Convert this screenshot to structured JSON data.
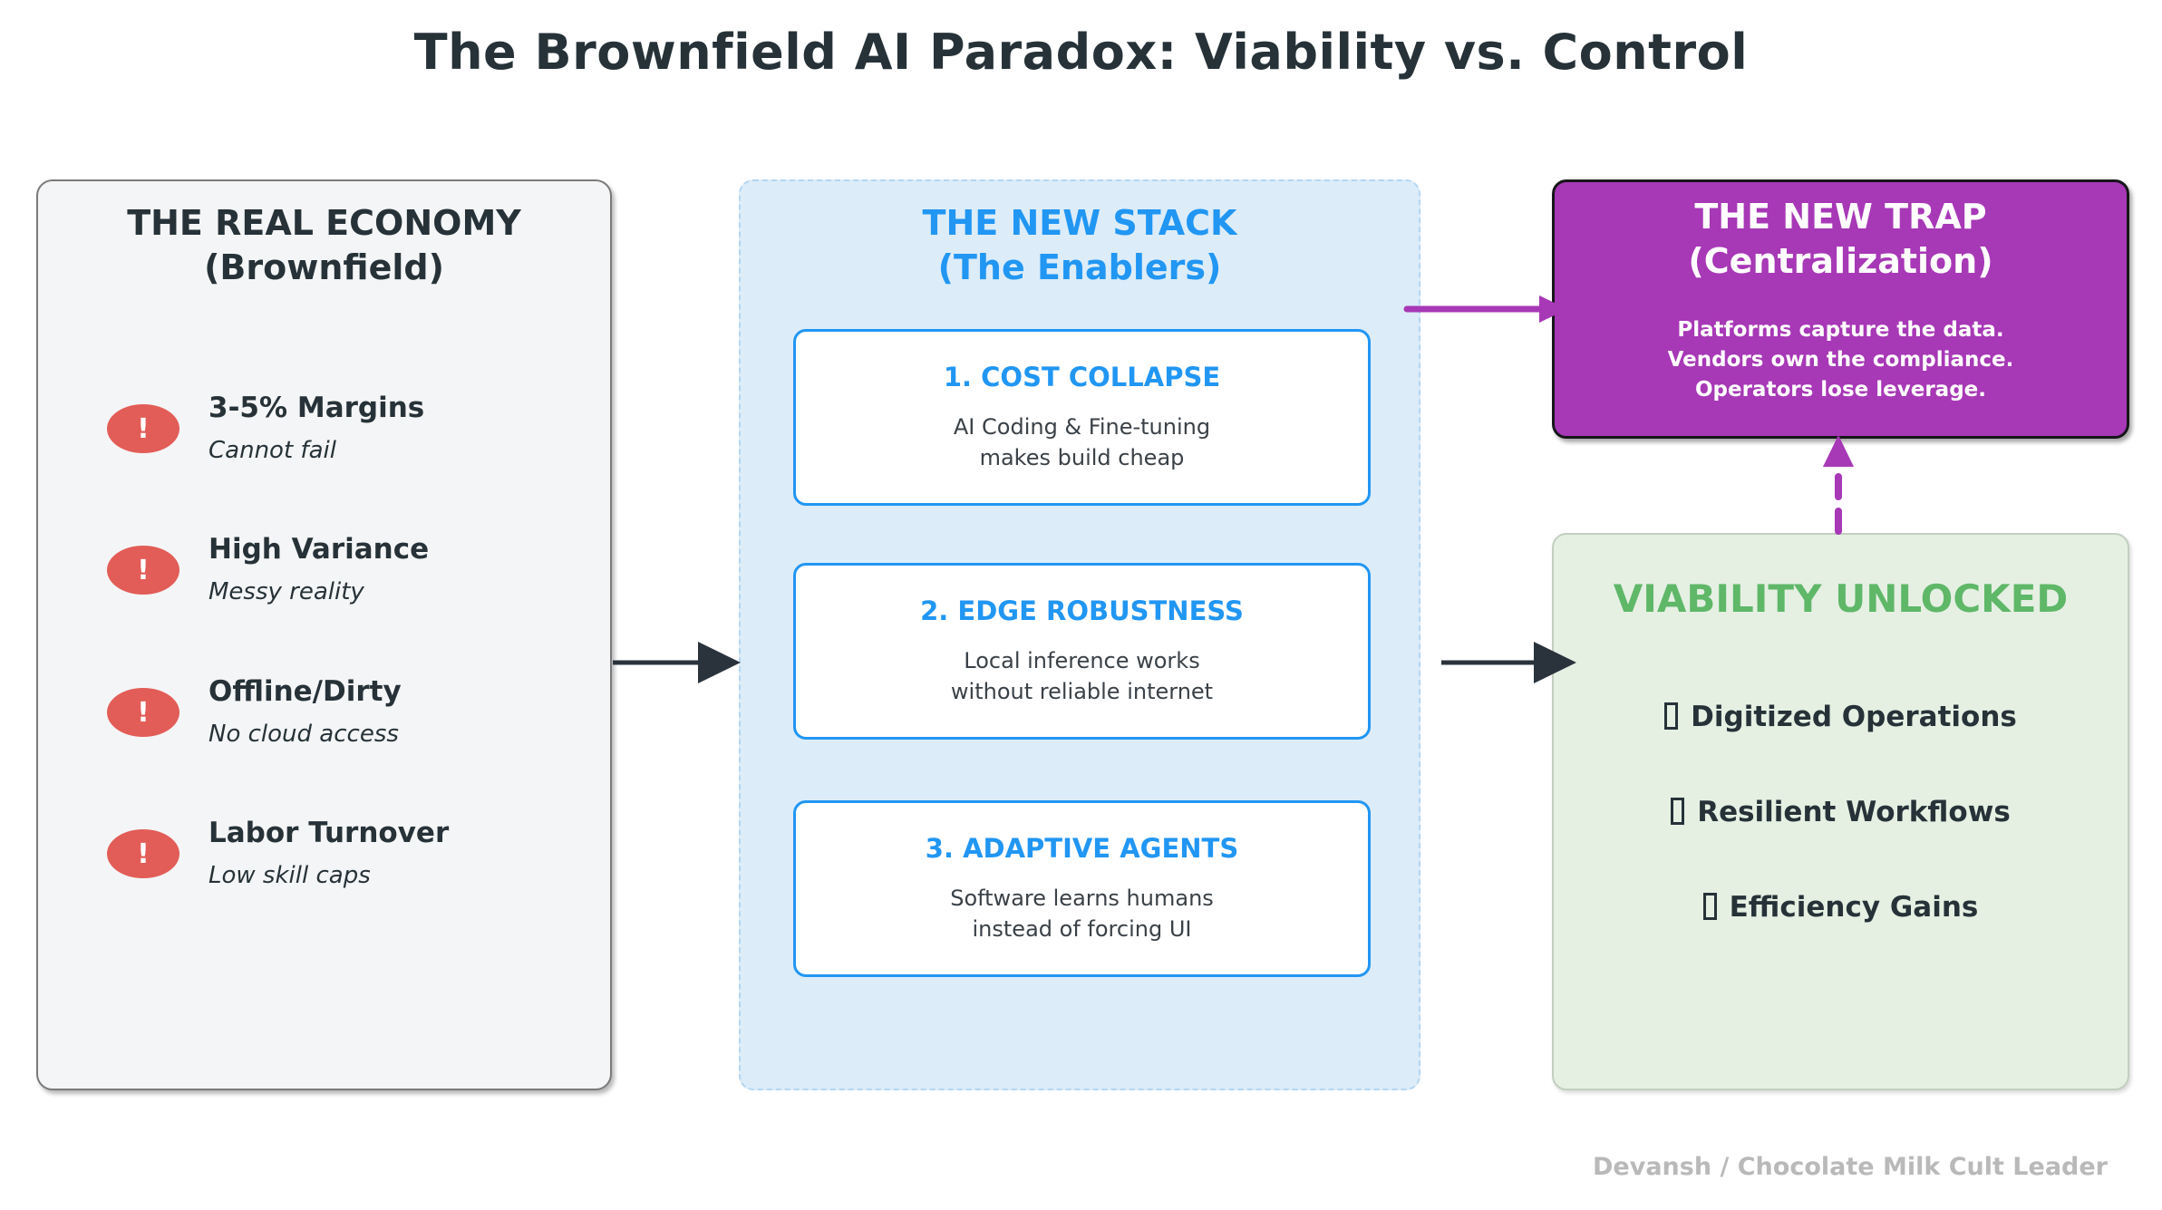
{
  "title": "The Brownfield AI Paradox: Viability vs. Control",
  "footer": "Devansh / Chocolate Milk Cult Leader",
  "colors": {
    "dark": "#263238",
    "red": "#e25d57",
    "blue": "#2196f3",
    "panel_blue_bg": "#dcecf9",
    "panel_blue_border": "#b3d6f2",
    "purple": "#a738b6",
    "green": "#5fb768",
    "green_bg": "#e5f0e3",
    "green_border": "#c2cfc0",
    "gray_bg": "#f4f5f6",
    "gray_border": "#7a7a7a",
    "arrow_dark": "#2a333c",
    "body_text": "#3a4147",
    "footer_gray": "#b9b9b9"
  },
  "left_panel": {
    "title_line1": "THE REAL ECONOMY",
    "title_line2": "(Brownfield)",
    "icon_glyph": "!",
    "items": [
      {
        "icon": "alert-icon",
        "label": "3-5% Margins",
        "sub": "Cannot fail"
      },
      {
        "icon": "alert-icon",
        "label": "High Variance",
        "sub": "Messy reality"
      },
      {
        "icon": "alert-icon",
        "label": "Offline/Dirty",
        "sub": "No cloud access"
      },
      {
        "icon": "alert-icon",
        "label": "Labor Turnover",
        "sub": "Low skill caps"
      }
    ]
  },
  "middle_panel": {
    "title_line1": "THE NEW STACK",
    "title_line2": "(The Enablers)",
    "boxes": [
      {
        "title": "1. COST COLLAPSE",
        "line1": "AI Coding & Fine-tuning",
        "line2": "makes build cheap"
      },
      {
        "title": "2. EDGE ROBUSTNESS",
        "line1": "Local inference works",
        "line2": "without reliable internet"
      },
      {
        "title": "3. ADAPTIVE AGENTS",
        "line1": "Software learns humans",
        "line2": "instead of forcing UI"
      }
    ]
  },
  "trap_box": {
    "title_line1": "THE NEW TRAP",
    "title_line2": "(Centralization)",
    "body_lines": [
      "Platforms capture the data.",
      "Vendors own the compliance.",
      "Operators lose leverage."
    ]
  },
  "viability_box": {
    "title": "VIABILITY UNLOCKED",
    "items": [
      {
        "icon": "missing-glyph-icon",
        "label": "Digitized Operations"
      },
      {
        "icon": "missing-glyph-icon",
        "label": "Resilient Workflows"
      },
      {
        "icon": "missing-glyph-icon",
        "label": "Efficiency Gains"
      }
    ]
  }
}
